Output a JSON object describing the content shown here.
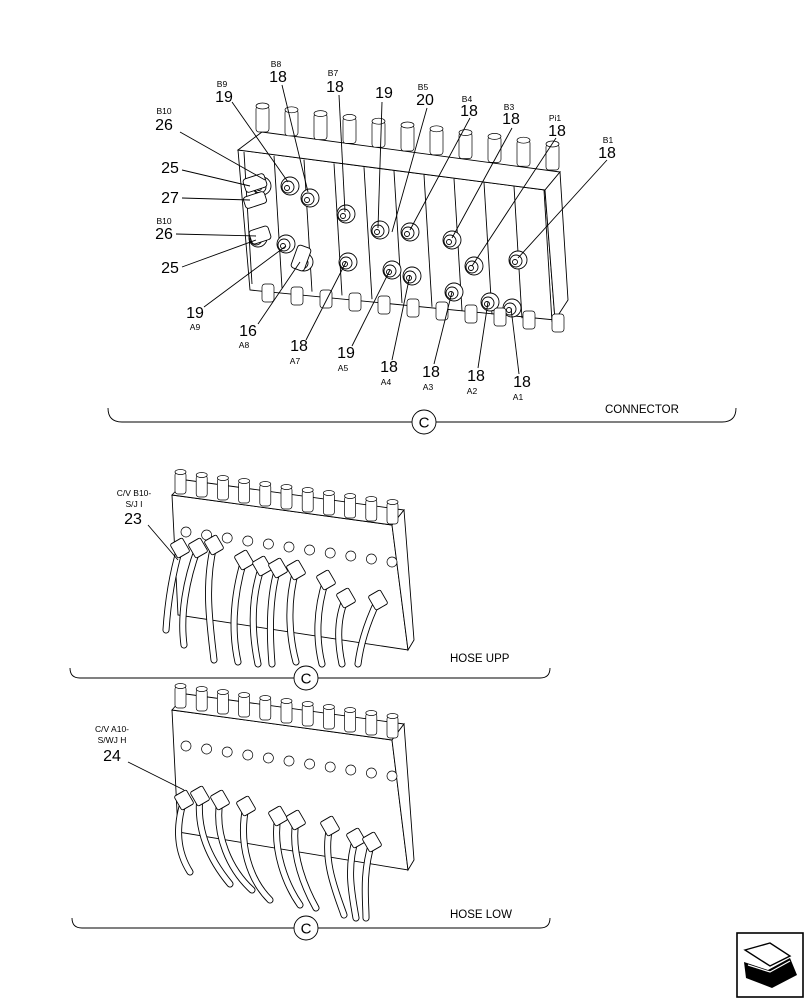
{
  "connector": {
    "title": "CONNECTOR",
    "circle": "C",
    "callouts_top": [
      {
        "sub": "B10",
        "num": "26"
      },
      {
        "sub": "B9",
        "num": "19"
      },
      {
        "sub": "B8",
        "num": "18"
      },
      {
        "sub": "B7",
        "num": "18"
      },
      {
        "sub": "",
        "num": "19"
      },
      {
        "sub": "B5",
        "num": "20"
      },
      {
        "sub": "B4",
        "num": "18"
      },
      {
        "sub": "B3",
        "num": "18"
      },
      {
        "sub": "Pi1",
        "num": "18"
      },
      {
        "sub": "B1",
        "num": "18"
      }
    ],
    "callouts_left": [
      {
        "num": "25"
      },
      {
        "num": "27"
      },
      {
        "sub": "B10",
        "num": "26"
      },
      {
        "num": "25"
      }
    ],
    "callouts_bottom": [
      {
        "num": "19",
        "sub": "A9"
      },
      {
        "num": "16",
        "sub": "A8"
      },
      {
        "num": "18",
        "sub": "A7"
      },
      {
        "num": "19",
        "sub": "A5"
      },
      {
        "num": "18",
        "sub": "A4"
      },
      {
        "num": "18",
        "sub": "A3"
      },
      {
        "num": "18",
        "sub": "A2"
      },
      {
        "num": "18",
        "sub": "A1"
      }
    ]
  },
  "hose_upp": {
    "title": "HOSE UPP",
    "circle": "C",
    "label_line1": "C/V B10-",
    "label_line2": "S/J I",
    "num": "23"
  },
  "hose_low": {
    "title": "HOSE LOW",
    "circle": "C",
    "label_line1": "C/V A10-",
    "label_line2": "S/WJ H",
    "num": "24"
  }
}
